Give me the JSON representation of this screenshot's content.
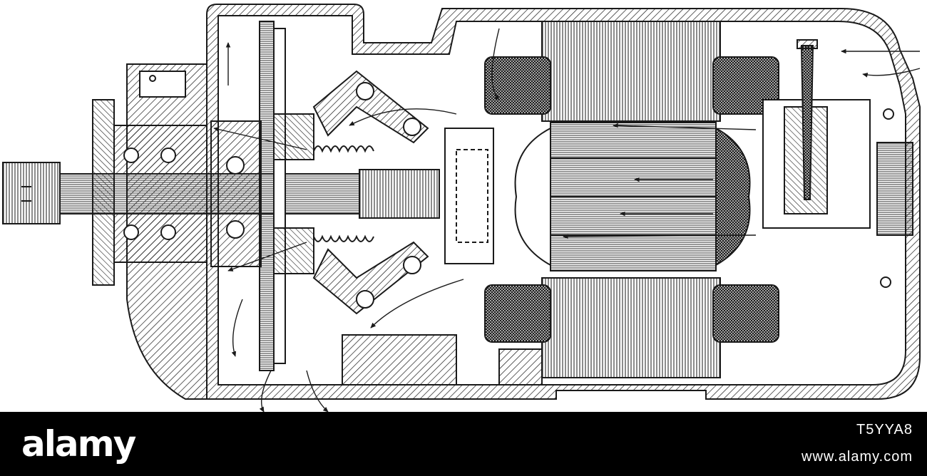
{
  "image": {
    "subject": "motor-cross-section-engraving",
    "ink_color": "#1a1a1a",
    "paper_color": "#ffffff"
  },
  "watermark": {
    "brand": "alamy",
    "stock_id": "T5YYA8",
    "site": "www.alamy.com",
    "bar_color": "#000000",
    "text_color": "#ffffff"
  }
}
